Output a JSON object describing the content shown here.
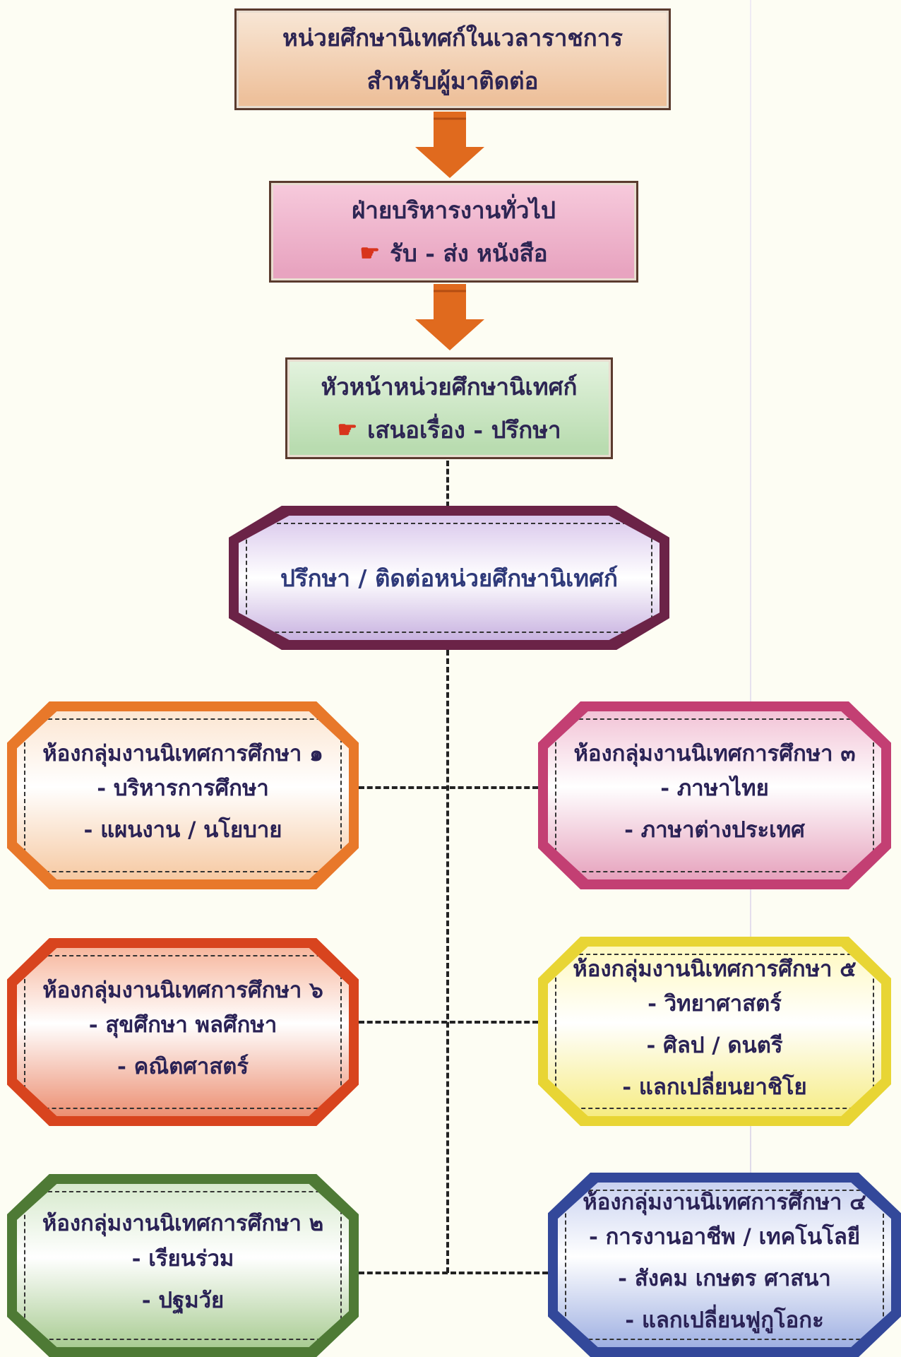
{
  "header_box": {
    "line1": "หน่วยศึกษานิเทศก์ในเวลาราชการ",
    "line2": "สำหรับผู้มาติดต่อ"
  },
  "admin_box": {
    "line1": "ฝ่ายบริหารงานทั่วไป",
    "line2": "รับ - ส่ง หนังสือ"
  },
  "head_box": {
    "line1": "หัวหน้าหน่วยศึกษานิเทศก์",
    "line2": "เสนอเรื่อง - ปรึกษา"
  },
  "consult_box": {
    "label": "ปรึกษา / ติดต่อหน่วยศึกษานิเทศก์"
  },
  "groups": [
    {
      "title": "ห้องกลุ่มงานนิเทศการศึกษา ๑",
      "items": [
        "- บริหารการศึกษา",
        "- แผนงาน / นโยบาย"
      ]
    },
    {
      "title": "ห้องกลุ่มงานนิเทศการศึกษา ๓",
      "items": [
        "- ภาษาไทย",
        "- ภาษาต่างประเทศ"
      ]
    },
    {
      "title": "ห้องกลุ่มงานนิเทศการศึกษา ๖",
      "items": [
        "- สุขศึกษา พลศึกษา",
        "- คณิตศาสตร์"
      ]
    },
    {
      "title": "ห้องกลุ่มงานนิเทศการศึกษา ๕",
      "items": [
        "- วิทยาศาสตร์",
        "- ศิลป / ดนตรี",
        "- แลกเปลี่ยนยาชิโย"
      ]
    },
    {
      "title": "ห้องกลุ่มงานนิเทศการศึกษา ๒",
      "items": [
        "- เรียนร่วม",
        "- ปฐมวัย"
      ]
    },
    {
      "title": "ห้องกลุ่มงานนิเทศการศึกษา ๔",
      "items": [
        "- การงานอาชีพ / เทคโนโลยี",
        "- สังคม เกษตร ศาสนา",
        "- แลกเปลี่ยนฟูกูโอกะ"
      ]
    }
  ],
  "icons": {
    "pointer": "pointing-hand-icon",
    "arrow": "down-arrow-icon"
  },
  "colors": {
    "arrow": "#e06a1e",
    "g1": "#e8782a",
    "g3": "#c33f73",
    "g6": "#d8441e",
    "g5": "#e8d534",
    "g2": "#4e7a35",
    "g4": "#33489a",
    "consult": "#6b2347"
  }
}
